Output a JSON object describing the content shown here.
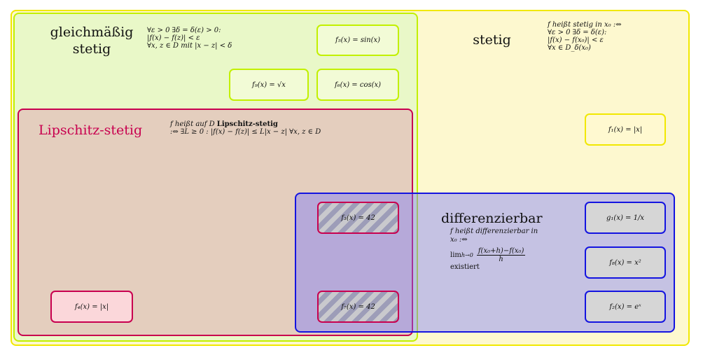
{
  "regions": {
    "stetig": {
      "title": "stetig",
      "def_lines": [
        "f heißt stetig in x₀ :⇔",
        "∀ε > 0 ∃δ = δ(ε):",
        "|f(x) − f(x₀)| < ε",
        "∀x ∈ D_δ(x₀)"
      ]
    },
    "gleichmaessig": {
      "title_line1": "gleichmäßig",
      "title_line2": "stetig",
      "def_lines": [
        "∀ε > 0 ∃δ = δ(ε) > 0:",
        "|f(x) − f(z)| < ε",
        "∀x, z ∈ D mit |x − z| < δ"
      ]
    },
    "lipschitz": {
      "title": "Lipschitz-stetig",
      "def_line1_pre": "f heißt auf D ",
      "def_line1_bold": "Lipschitz-stetig",
      "def_line2": ":⇔ ∃L ≥ 0 : |f(x) − f(z)| ≤ L|x − z| ∀x, z ∈ D"
    },
    "differenzierbar": {
      "title": "differenzierbar",
      "def_line1": "f heißt differenzierbar in",
      "def_line2": "x₀ :⇔",
      "def_lim": "lim",
      "def_lim_sub": "h→0",
      "def_frac_num": "f(x₀+h)−f(x₀)",
      "def_frac_den": "h",
      "def_line4": "existiert"
    }
  },
  "functions": {
    "f1": "f₁(x) = |x|",
    "f2": "f₂(x) = eˣ",
    "f3": "f₃(x) = 42",
    "f4": "f₄(x) = |x|",
    "f5": "f₅(x) = sin(x)",
    "f6": "f₆(x) = cos(x)",
    "f7": "f₇(x) = 42",
    "f8": "f₈(x) = x²",
    "f9": "f₉(x) = √x",
    "g1": "g₁(x) = 1/x"
  },
  "colors": {
    "stetig": "#f1e800",
    "gleichmaessig": "#c2f000",
    "lipschitz": "#c8004f",
    "differenzierbar": "#1414e0"
  }
}
